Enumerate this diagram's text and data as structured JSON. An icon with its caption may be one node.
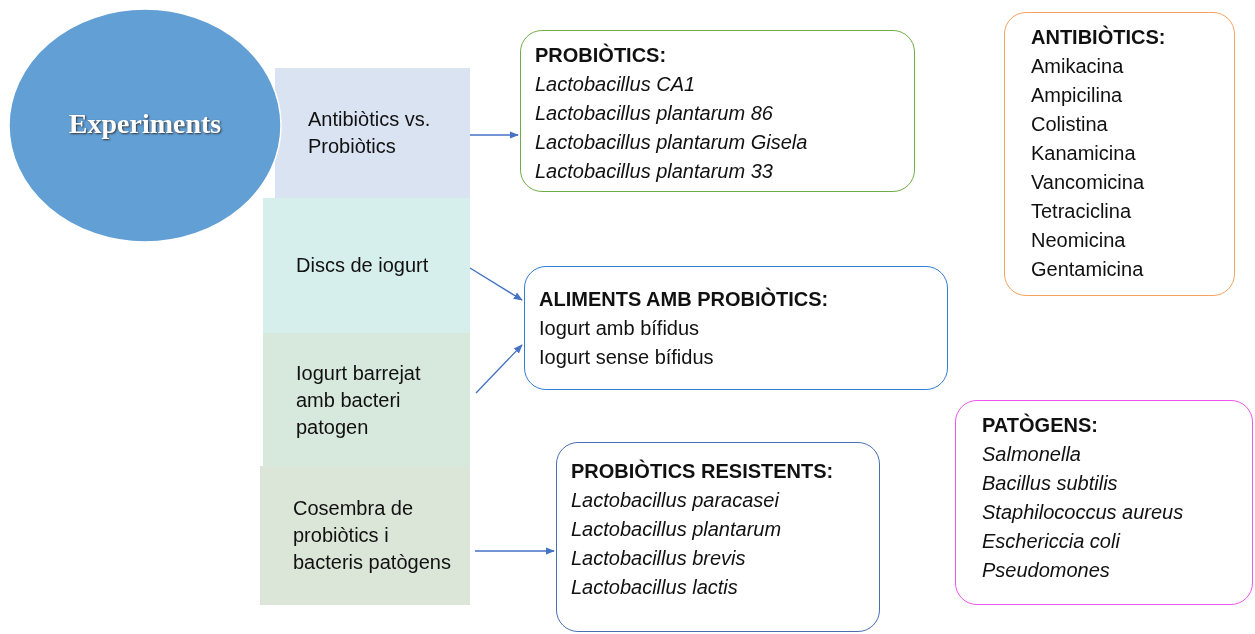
{
  "diagram": {
    "nodes": [
      {
        "text": [
          "Experiments"
        ]
      },
      {
        "text": [
          "Antibiòtics vs. Probiòtics"
        ]
      },
      {
        "text": [
          "Discs de iogurt"
        ]
      },
      {
        "text": [
          "Iogurt barrejat amb bacteri patogen"
        ]
      },
      {
        "text": [
          "Cosembra de probiòtics i bacteris patògens"
        ]
      },
      {
        "text": [
          "PROBIÒTICS:",
          "Lactobacillus CA1",
          "Lactobacillus plantarum 86",
          "Lactobacillus plantarum Gisela",
          "Lactobacillus plantarum 33"
        ]
      },
      {
        "text": [
          "**ALIMENTS AMB PROBIÒTICS**:",
          "Iogurt amb bífidus",
          "Iogurt sense bífidus"
        ]
      },
      {
        "text": [
          "PROBIÒTICS RESISTENTS:",
          "Lactobacillus paracasei",
          "Lactobacillus plantarum",
          "Lactobacillus brevis",
          "Lactobacillus lactis"
        ]
      },
      {
        "text": [
          "ANTIBIÒTICS:",
          "Amikacina",
          "Ampicilina",
          "Colistina",
          "Kanamicina",
          "Vancomicina",
          "Tetraciclina",
          "Neomicina",
          "Gentamicina"
        ]
      },
      {
        "text": [
          "PATÒGENS:",
          "Salmonella",
          "Bacillus subtilis",
          "Staphilococcus aureus",
          "Eschericcia coli",
          "Pseudomones"
        ]
      }
    ],
    "edges": [
      {
        "from": 1,
        "to": 5,
        "arrow": "to"
      },
      {
        "from": 2,
        "to": 6,
        "arrow": "to"
      },
      {
        "from": 3,
        "to": 6,
        "arrow": "to"
      },
      {
        "from": 4,
        "to": 7,
        "arrow": "to"
      }
    ]
  }
}
